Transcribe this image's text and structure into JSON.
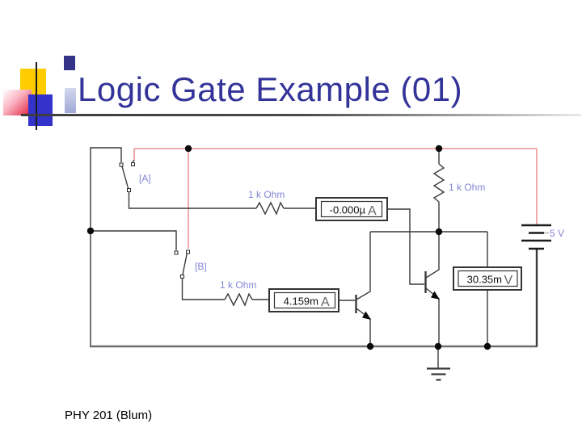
{
  "slide": {
    "title": "Logic Gate Example (01)",
    "footer": "PHY 201 (Blum)"
  },
  "circuit": {
    "colors": {
      "wire": "#3a3a3a",
      "power_wire": "#ee8e8e",
      "label": "#8585d8",
      "title_navy": "#333399",
      "accent_yellow": "#ffcc00",
      "accent_blue": "#3333cc",
      "accent_red": "#e01935"
    },
    "labels": {
      "switch_a": "[A]",
      "switch_b": "[B]",
      "resistor_a": "1 k Ohm",
      "resistor_b": "1 k Ohm",
      "resistor_pullup": "1 k Ohm",
      "battery": "5 V"
    },
    "meters": {
      "ammeter_a": {
        "value": "-0.000µ",
        "unit": "A"
      },
      "ammeter_b": {
        "value": "4.159m",
        "unit": "A"
      },
      "voltmeter": {
        "value": "30.35m",
        "unit": "V"
      }
    }
  }
}
